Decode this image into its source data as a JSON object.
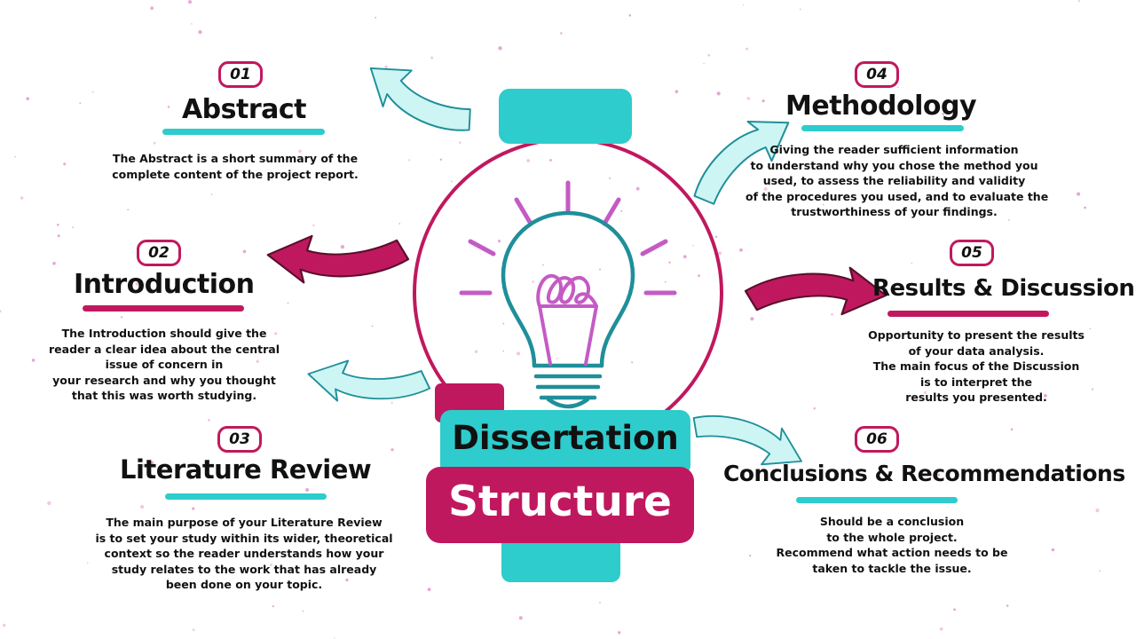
{
  "center": {
    "title_top": "Dissertation",
    "title_bottom": "Structure"
  },
  "sections": [
    {
      "number": "01",
      "title": "Abstract",
      "description": [
        "The Abstract is a short summary of the",
        "complete content of the project report."
      ]
    },
    {
      "number": "02",
      "title": "Introduction",
      "description": [
        "The Introduction should give the",
        "reader a clear idea about the central",
        "issue of concern in",
        "your research and why you thought",
        "that this was worth studying."
      ]
    },
    {
      "number": "03",
      "title": "Literature Review",
      "description": [
        "The main purpose of your Literature Review",
        "is to set your study within its wider, theoretical",
        "context so the reader understands how your",
        "study relates to the work that has already",
        "been done on your topic."
      ]
    },
    {
      "number": "04",
      "title": "Methodology",
      "description": [
        "Giving the reader sufficient information",
        "to understand why you chose the method you",
        "used, to assess the reliability and validity",
        "of the procedures you used, and to evaluate the",
        "trustworthiness of your findings."
      ]
    },
    {
      "number": "05",
      "title": "Results & Discussion",
      "description": [
        "Opportunity to present the results",
        "of your data analysis.",
        "The main focus of the Discussion",
        "is to interpret the",
        "results you presented."
      ]
    },
    {
      "number": "06",
      "title": "Conclusions & Recommendations",
      "description": [
        "Should be a conclusion",
        "to the whole project.",
        "Recommend what action needs to be",
        "taken to tackle the issue."
      ]
    }
  ],
  "colors": {
    "teal": "#2ecccc",
    "magenta": "#c0185e",
    "purple": "#c45bc5",
    "dark_teal": "#1f8f9a",
    "light_teal": "#cdf5f3"
  },
  "icons": [
    "lightbulb-icon",
    "curved-arrow-icon"
  ]
}
